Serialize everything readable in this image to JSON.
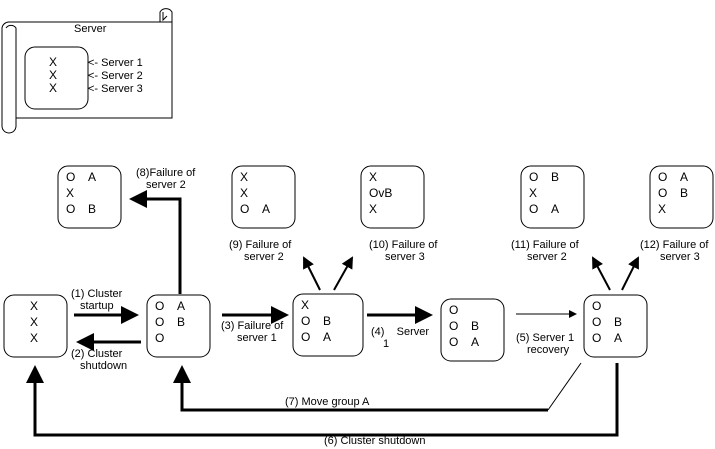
{
  "legend": {
    "title": "Server",
    "entries": [
      {
        "symbol": "X",
        "label": "<- Server 1"
      },
      {
        "symbol": "X",
        "label": "<- Server 2"
      },
      {
        "symbol": "X",
        "label": "<- Server 3"
      }
    ]
  },
  "states": [
    {
      "id": "s0",
      "rows": [
        [
          "X",
          ""
        ],
        [
          "X",
          ""
        ],
        [
          "X",
          ""
        ]
      ]
    },
    {
      "id": "s1",
      "rows": [
        [
          "O",
          "A"
        ],
        [
          "O",
          "B"
        ],
        [
          "O",
          ""
        ]
      ]
    },
    {
      "id": "s2",
      "rows": [
        [
          "X",
          ""
        ],
        [
          "O",
          "B"
        ],
        [
          "O",
          "A"
        ]
      ]
    },
    {
      "id": "s3",
      "rows": [
        [
          "O",
          ""
        ],
        [
          "O",
          "B"
        ],
        [
          "O",
          "A"
        ]
      ]
    },
    {
      "id": "s4",
      "rows": [
        [
          "O",
          ""
        ],
        [
          "O",
          "B"
        ],
        [
          "O",
          "A"
        ]
      ]
    },
    {
      "id": "s8",
      "rows": [
        [
          "O",
          "A"
        ],
        [
          "X",
          ""
        ],
        [
          "O",
          "B"
        ]
      ]
    },
    {
      "id": "s9",
      "rows": [
        [
          "X",
          ""
        ],
        [
          "X",
          ""
        ],
        [
          "O",
          "A"
        ]
      ]
    },
    {
      "id": "s10",
      "rows": [
        [
          "X",
          ""
        ],
        [
          "OvB",
          ""
        ],
        [
          "X",
          ""
        ]
      ]
    },
    {
      "id": "s11",
      "rows": [
        [
          "O",
          "B"
        ],
        [
          "X",
          ""
        ],
        [
          "O",
          "A"
        ]
      ]
    },
    {
      "id": "s12",
      "rows": [
        [
          "O",
          "A"
        ],
        [
          "O",
          "B"
        ],
        [
          "X",
          ""
        ]
      ]
    }
  ],
  "transitions": {
    "t1": [
      "(1) Cluster",
      "startup"
    ],
    "t2": [
      "(2) Cluster",
      "shutdown"
    ],
    "t3": [
      "(3) Failure of",
      "server 1"
    ],
    "t4": [
      "(4)    Server",
      "1"
    ],
    "t5": [
      "(5) Server 1",
      "recovery"
    ],
    "t6": [
      "(6) Cluster shutdown"
    ],
    "t7": [
      "(7) Move group A"
    ],
    "t8": [
      "(8)Failure of",
      "server 2"
    ],
    "t9": [
      "(9) Failure of",
      "server 2"
    ],
    "t10": [
      "(10) Failure of",
      "server 3"
    ],
    "t11": [
      "(11) Failure of",
      "server 2"
    ],
    "t12": [
      "(12) Failure of",
      "server 3"
    ]
  }
}
